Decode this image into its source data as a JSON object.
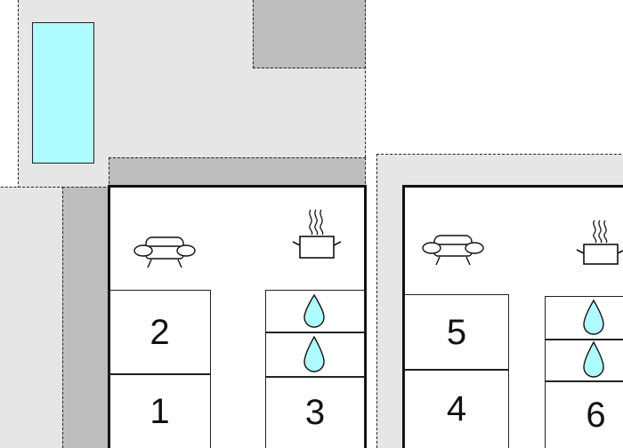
{
  "rooms": [
    {
      "id": "room-2",
      "label": "2",
      "kind": "bedroom"
    },
    {
      "id": "room-1",
      "label": "1",
      "kind": "bedroom"
    },
    {
      "id": "room-3",
      "label": "3",
      "kind": "bathroom-stack"
    },
    {
      "id": "room-5",
      "label": "5",
      "kind": "bedroom"
    },
    {
      "id": "room-4",
      "label": "4",
      "kind": "bedroom"
    },
    {
      "id": "room-6",
      "label": "6",
      "kind": "bathroom-stack"
    }
  ],
  "icons": {
    "sofa": "sofa-icon",
    "cooking_pot": "cooking-pot-icon",
    "water_drop": "water-drop-icon",
    "pool": "swimming-pool"
  },
  "colors": {
    "pool": "#aefcff",
    "terrace_light": "#e6e6e6",
    "terrace_dark": "#bdbdbd",
    "walls": "#111111"
  }
}
